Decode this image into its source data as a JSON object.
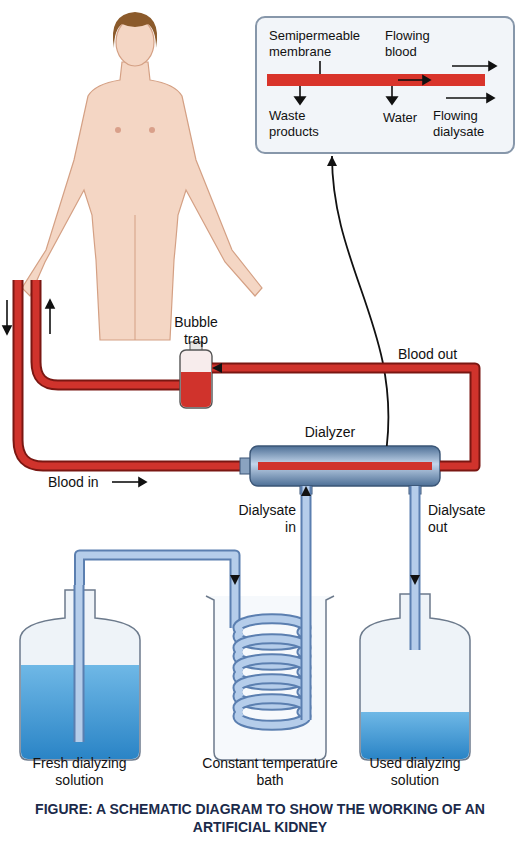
{
  "diagram": {
    "caption": "FIGURE: A SCHEMATIC DIAGRAM TO SHOW THE WORKING OF AN ARTIFICIAL KIDNEY",
    "nodes": [
      {
        "text": [
          "Semipermeable membrane",
          "Flowing blood",
          "Waste products",
          "Water",
          "Flowing dialysate"
        ]
      },
      {
        "text": [
          "Bubble trap"
        ]
      },
      {
        "text": [
          "Dialyzer"
        ]
      },
      {
        "text": [
          "Fresh dialyzing solution"
        ]
      },
      {
        "text": [
          "Constant temperature bath"
        ]
      },
      {
        "text": [
          "Used dialyzing solution"
        ]
      }
    ],
    "edges": [
      {
        "from": 2,
        "to": 0,
        "arrow": "to"
      },
      {
        "from": 2,
        "to": 1,
        "label": "Blood out",
        "arrow": "to"
      },
      {
        "from": 3,
        "to": 4,
        "arrow": "to"
      },
      {
        "from": 4,
        "to": 2,
        "label": "Dialysate in",
        "arrow": "to"
      },
      {
        "from": 2,
        "to": 5,
        "label": "Dialysate out",
        "arrow": "to"
      }
    ],
    "labels": [
      "Blood in"
    ]
  }
}
